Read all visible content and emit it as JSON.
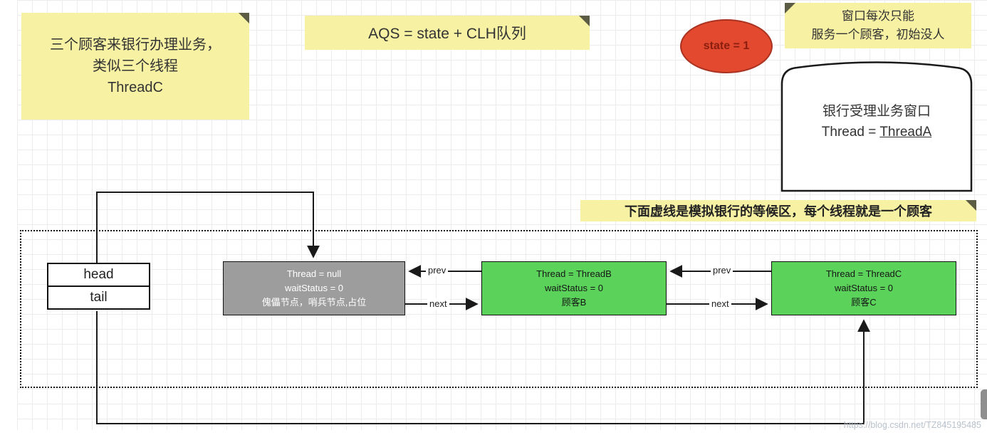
{
  "notes": {
    "customers": {
      "lines": [
        "三个顾客来银行办理业务，",
        "类似三个线程",
        "ThreadC"
      ]
    },
    "aqs": {
      "text": "AQS = state + CLH队列"
    },
    "window_rule": {
      "lines": [
        "窗口每次只能",
        "服务一个顾客，初始没人"
      ]
    },
    "waiting_area": {
      "text": "下面虚线是模拟银行的等候区，每个线程就是一个顾客"
    }
  },
  "state": {
    "label": "state = 1"
  },
  "service_window": {
    "title": "银行受理业务窗口",
    "thread_prefix": "Thread = ",
    "thread_value": "ThreadA"
  },
  "clh_queue": {
    "head_label": "head",
    "tail_label": "tail",
    "nodes": [
      {
        "thread": "Thread = null",
        "wait_status": "waitStatus = 0",
        "note": "傀儡节点，哨兵节点,占位"
      },
      {
        "thread": "Thread = ThreadB",
        "wait_status": "waitStatus = 0",
        "note": "顾客B"
      },
      {
        "thread": "Thread = ThreadC",
        "wait_status": "waitStatus = 0",
        "note": "顾客C"
      }
    ],
    "labels": {
      "prev": "prev",
      "next": "next"
    }
  },
  "watermark": "https://blog.csdn.net/TZ845195485",
  "colors": {
    "note_yellow": "#f6f1a3",
    "node_gray": "#9d9d9d",
    "node_green": "#5bd35b",
    "state_red": "#e2492f",
    "grid": "#ececec"
  }
}
